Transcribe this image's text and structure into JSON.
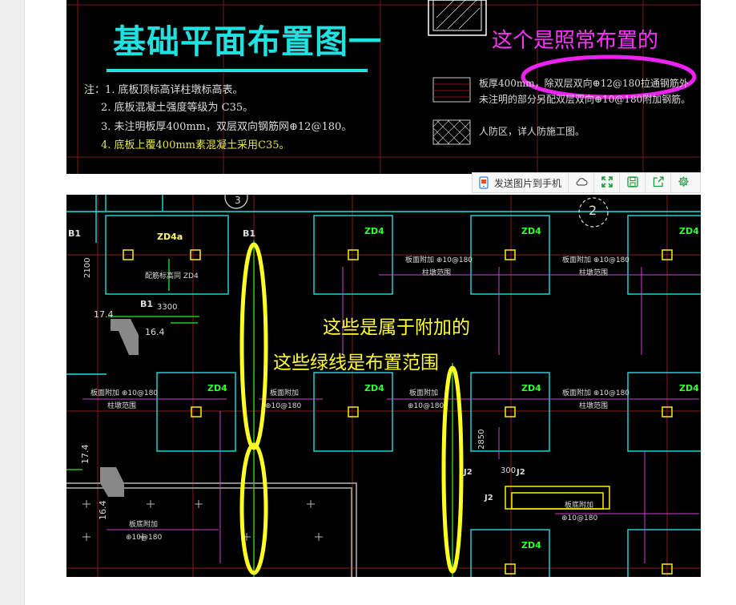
{
  "top_image": {
    "title": "基础平面布置图一",
    "notes": [
      "注：1. 底板顶标高详柱墩标高表。",
      "2. 底板混凝土强度等级为 C35。",
      "3. 未注明板厚400mm，双层双向钢筋网⊕12@180。",
      "4. 底板上覆400mm素混凝土采用C35。"
    ],
    "legend_1_line1": "板厚400mm，除双层双向⊕12@180拉通钢筋外",
    "legend_1_line2": "未注明的部分另配双层双向⊕10@180附加钢筋。",
    "legend_2": "人防区，详人防施工图。",
    "annotation": "这个是照常布置的",
    "annotation_color": "#ff33ff"
  },
  "toolbar": {
    "send_label": "发送图片到手机",
    "icons": [
      "phone-send-icon",
      "cloud-icon",
      "expand-icon",
      "save-icon",
      "share-icon",
      "gear-icon"
    ]
  },
  "bottom_image": {
    "annotation_line1": "这些是属于附加的",
    "annotation_line2": "这些绿线是布置范围",
    "annotation_color": "#ffff33",
    "labels": {
      "b1": "B1",
      "zd4a": "ZD4a",
      "zd4": "ZD4",
      "j2": "J2",
      "dim_2100": "2100",
      "dim_3300": "3300",
      "dim_2850": "2850",
      "dim_300": "300",
      "dim_17_4": "17.4",
      "dim_16_4": "16.4",
      "peijin": "配筋标高同 ZD4",
      "bmfj": "板面附加 ⊕10@180",
      "zdfw": "柱墩范围",
      "bmfj_short": "板面附加",
      "rebar": "⊕10@180",
      "bdfj": "板底附加",
      "circle_3": "3",
      "circle_2": "2"
    }
  }
}
